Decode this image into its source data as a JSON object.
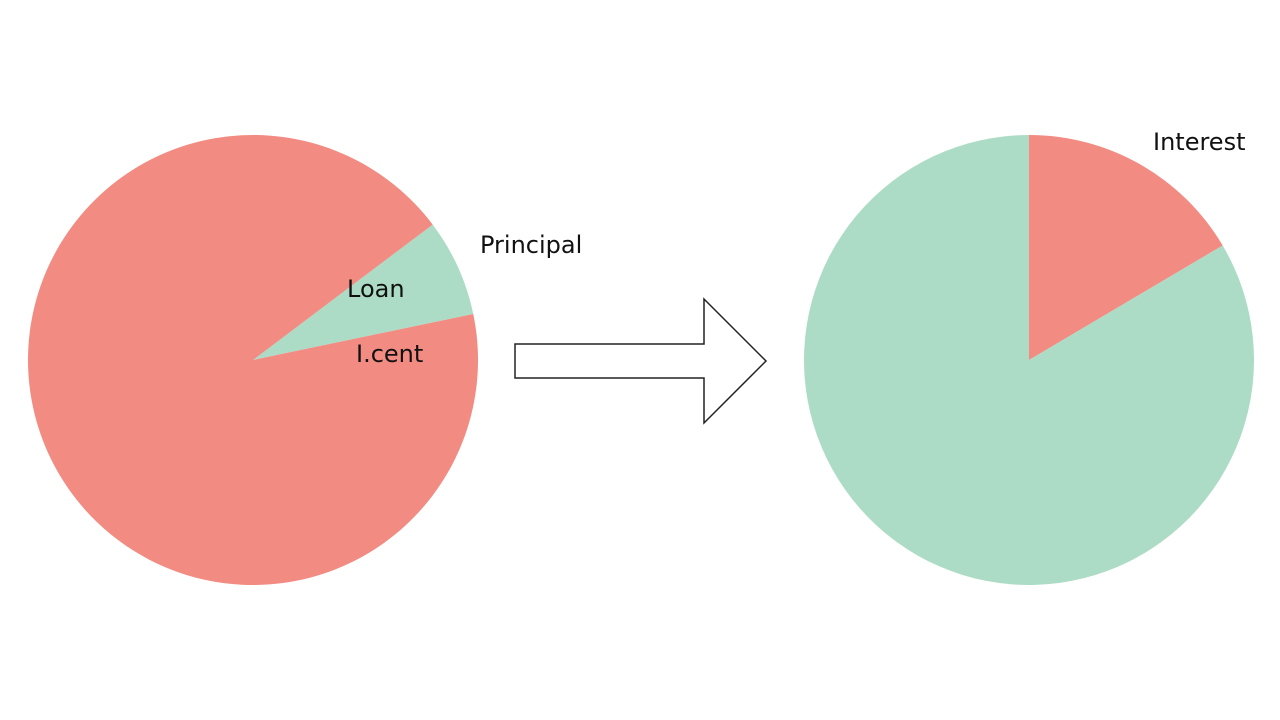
{
  "colors": {
    "red": "#f28b82",
    "green": "#acdcc6",
    "arrow_stroke": "#222222",
    "arrow_fill": "#ffffff"
  },
  "arrow": {
    "icon": "right-arrow-outline-icon"
  },
  "chart_data": [
    {
      "type": "pie",
      "start_angle_deg": 53,
      "slices": [
        {
          "name": "",
          "value": 0.07,
          "color": "#acdcc6"
        },
        {
          "name": "",
          "value": 0.93,
          "color": "#f28b82"
        }
      ],
      "labels": [
        "Principal",
        "Loan",
        "I.cent"
      ]
    },
    {
      "type": "pie",
      "start_angle_deg": 0,
      "slices": [
        {
          "name": "",
          "value": 0.165,
          "color": "#f28b82"
        },
        {
          "name": "",
          "value": 0.835,
          "color": "#acdcc6"
        }
      ],
      "labels": [
        "Interest"
      ]
    }
  ]
}
